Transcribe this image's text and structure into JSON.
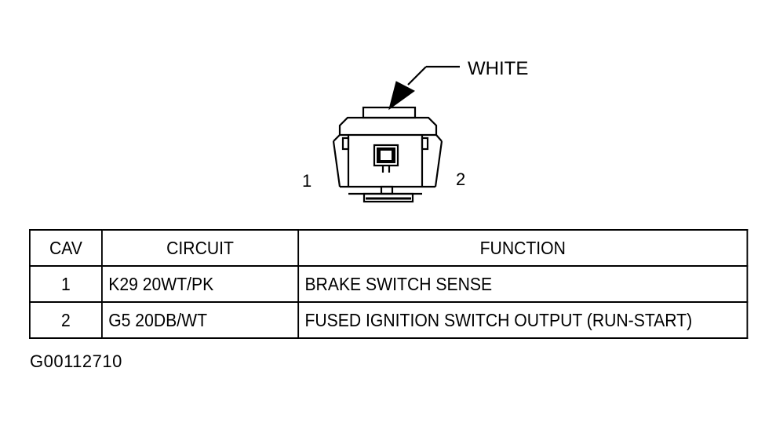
{
  "diagram": {
    "color_label": "WHITE",
    "pin_left": "1",
    "pin_right": "2"
  },
  "table": {
    "headers": [
      "CAV",
      "CIRCUIT",
      "FUNCTION"
    ],
    "rows": [
      {
        "cav": "1",
        "circuit": "K29 20WT/PK",
        "function": "BRAKE SWITCH SENSE"
      },
      {
        "cav": "2",
        "circuit": "G5 20DB/WT",
        "function": "FUSED IGNITION SWITCH OUTPUT (RUN-START)"
      }
    ]
  },
  "figure_id": "G00112710"
}
